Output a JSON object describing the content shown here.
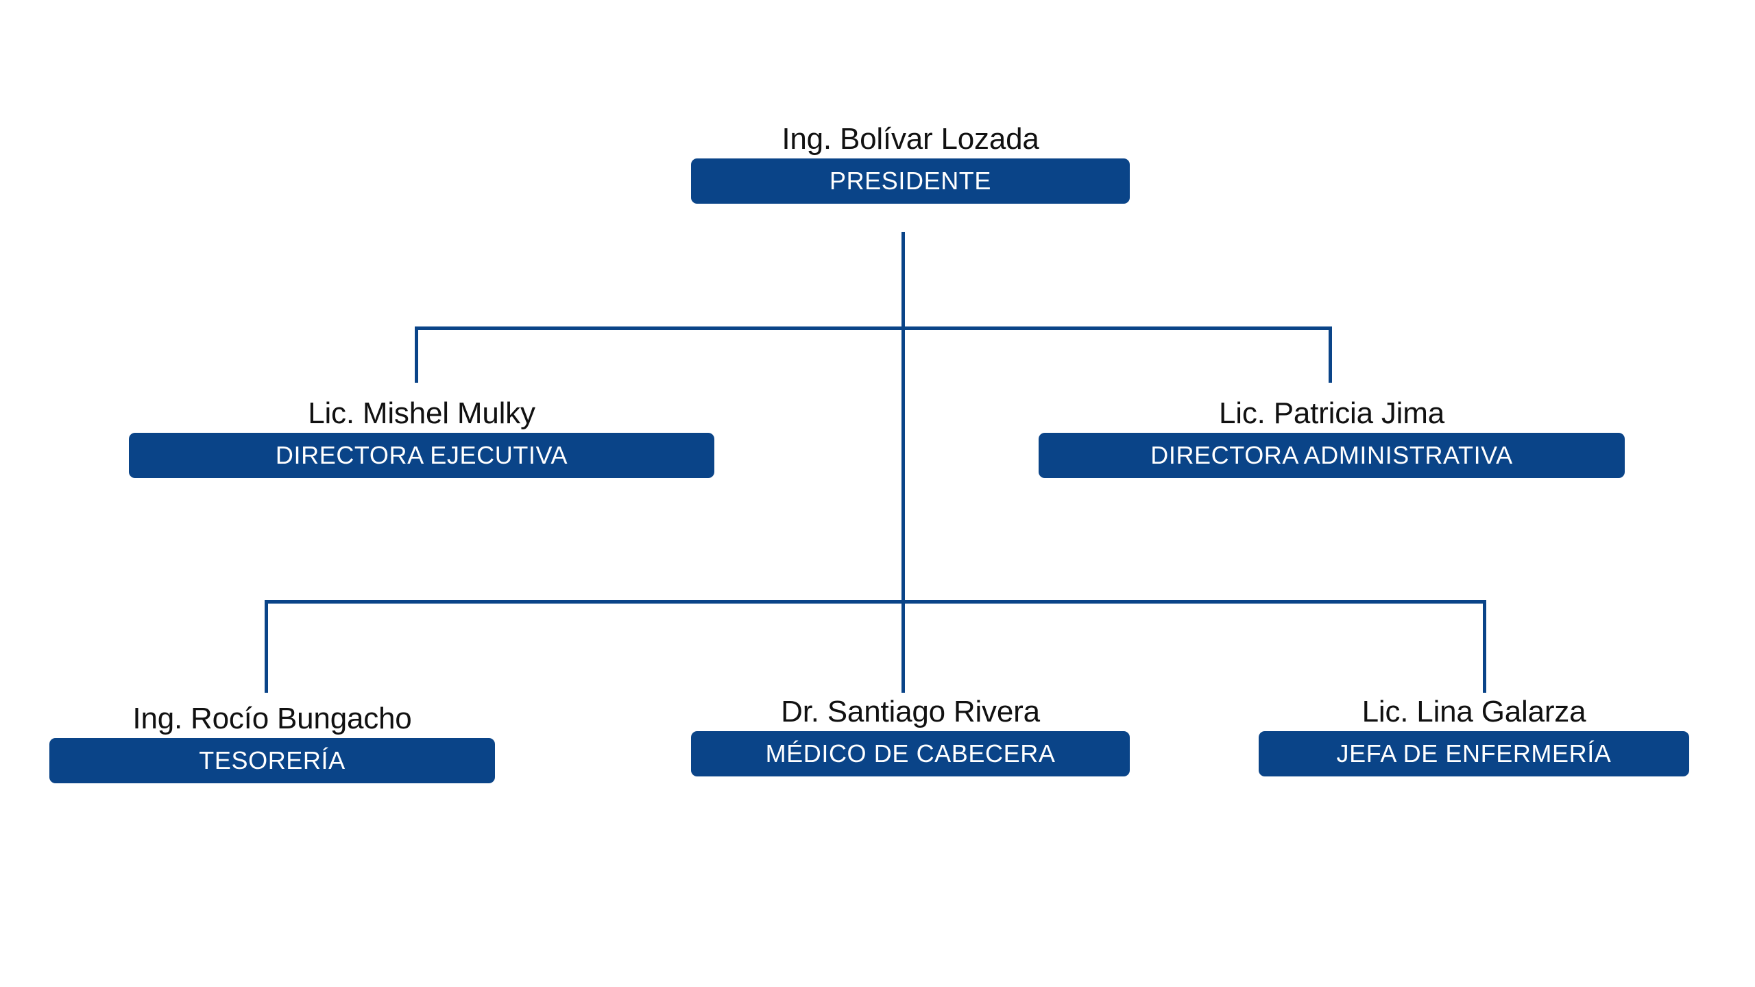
{
  "meta": {
    "chart_kind": "organizational-chart",
    "background_color": "#FFFFFF",
    "accent_color": "#0A4488",
    "name_text_color": "#111111",
    "title_text_color": "#FFFFFF"
  },
  "org": {
    "levels": [
      {
        "level": 1,
        "nodes": [
          {
            "id": "presidente",
            "name": "Ing. Bolívar Lozada",
            "title": "PRESIDENTE"
          }
        ]
      },
      {
        "level": 2,
        "nodes": [
          {
            "id": "ejecutiva",
            "name": "Lic. Mishel Mulky",
            "title": "DIRECTORA EJECUTIVA"
          },
          {
            "id": "administrativa",
            "name": "Lic. Patricia Jima",
            "title": "DIRECTORA ADMINISTRATIVA"
          }
        ]
      },
      {
        "level": 3,
        "nodes": [
          {
            "id": "tesoreria",
            "name": "Ing. Rocío Bungacho",
            "title": "TESORERÍA"
          },
          {
            "id": "medico",
            "name": "Dr. Santiago Rivera",
            "title": "MÉDICO DE CABECERA"
          },
          {
            "id": "enfermeria",
            "name": "Lic. Lina Galarza",
            "title": "JEFA DE ENFERMERÍA"
          }
        ]
      }
    ]
  },
  "nodes": {
    "presidente": {
      "name": "Ing. Bolívar Lozada",
      "title": "PRESIDENTE"
    },
    "ejecutiva": {
      "name": "Lic. Mishel Mulky",
      "title": "DIRECTORA EJECUTIVA"
    },
    "administrativa": {
      "name": "Lic. Patricia Jima",
      "title": "DIRECTORA ADMINISTRATIVA"
    },
    "tesoreria": {
      "name": "Ing. Rocío Bungacho",
      "title": "TESORERÍA"
    },
    "medico": {
      "name": "Dr. Santiago Rivera",
      "title": "MÉDICO DE CABECERA"
    },
    "enfermeria": {
      "name": "Lic. Lina Galarza",
      "title": "JEFA DE ENFERMERÍA"
    }
  }
}
